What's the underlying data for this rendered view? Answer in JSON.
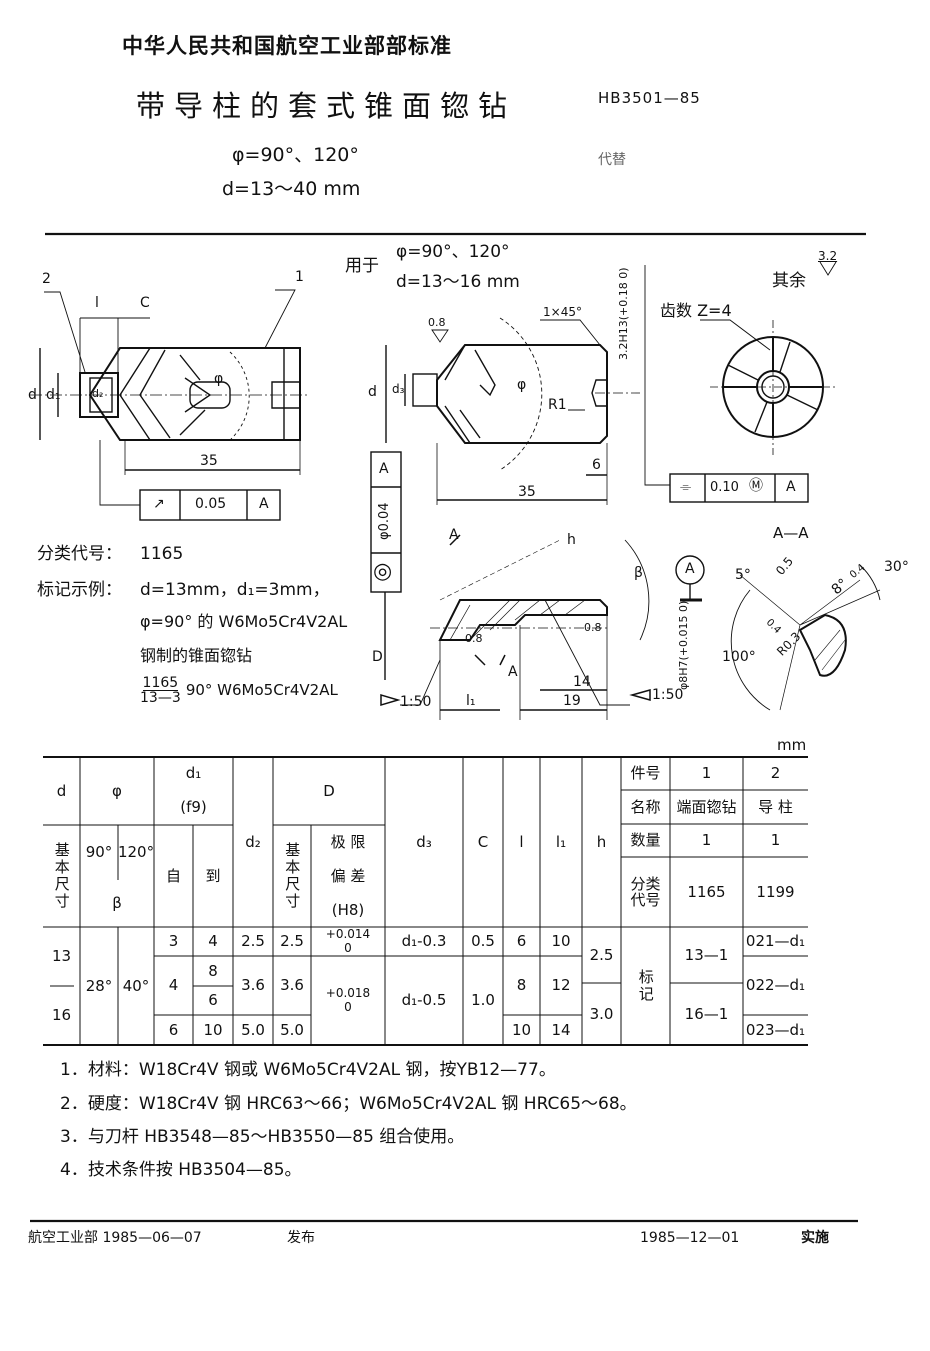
{
  "header": {
    "authority": "中华人民共和国航空工业部部标准",
    "title": "带导柱的套式锥面锪钻",
    "standard_no": "HB3501—85",
    "angle_spec": "φ=90°、120°",
    "diameter_spec": "d=13～40 mm",
    "replaces": "代替"
  },
  "drawing_assembly": {
    "part_2": "2",
    "part_1": "1",
    "l": "l",
    "c": "C",
    "d": "d",
    "d1": "d₁",
    "d2": "d₂",
    "phi": "φ",
    "length": "35",
    "runout_symbol": "↗",
    "runout_value": "0.05",
    "runout_datum": "A"
  },
  "drawing_cutter": {
    "applies_to_label": "用于",
    "applies_angle": "φ=90°、120°",
    "applies_d": "d=13～16 mm",
    "other_roughness_label": "其余",
    "other_roughness": "3.2",
    "roughness_face": "0.8",
    "chamfer": "1×45°",
    "slot_width": "3.2H13(+0.18 0)",
    "teeth": "齿数 Z=4",
    "d": "d",
    "d3": "d₃",
    "phi": "φ",
    "r1": "R1",
    "slot_depth": "6",
    "length": "35",
    "symmetry_symbol": "⌯",
    "symmetry_value": "0.10",
    "mmc": "Ⓜ",
    "symmetry_datum": "A"
  },
  "drawing_guide": {
    "coax_value": "φ0.04",
    "coax_datum": "A",
    "coax_symbol": "◎",
    "section_mark": "A",
    "h": "h",
    "beta": "β",
    "datum": "A",
    "roughness_1": "0.8",
    "roughness_2": "0.8",
    "dim_14": "14",
    "dim_19": "19",
    "l1": "l₁",
    "D": "D",
    "taper_left": "1:50",
    "taper_right": "1:50",
    "bore": "φ8H7(+0.015 0)"
  },
  "section_AA": {
    "title": "A—A",
    "angle_5": "5°",
    "land": "0.5",
    "angle_8": "8°",
    "land2": "0.4",
    "angle_30": "30°",
    "land3": "0.4",
    "radius": "R0.3",
    "angle_100": "100°"
  },
  "classification": {
    "label": "分类代号：",
    "code": "1165"
  },
  "marking_example": {
    "label": "标记示例：",
    "line1": "d=13mm，d₁=3mm，",
    "line2": "φ=90° 的 W6Mo5Cr4V2AL",
    "line3": "钢制的锥面锪钻",
    "frac_top": "1165",
    "frac_bottom": "13—3",
    "suffix": "90°  W6Mo5Cr4V2AL"
  },
  "table": {
    "unit": "mm",
    "cells": [
      "d",
      "φ",
      "d₁",
      "(f9)",
      "D",
      "基本尺寸",
      "90°",
      "120°",
      "β",
      "自",
      "到",
      "d₂",
      "基本尺寸",
      "极  限",
      "偏  差",
      "(H8)",
      "d₃",
      "C",
      "l",
      "l₁",
      "h",
      "件号",
      "1",
      "2",
      "名称",
      "端面锪钻",
      "导 柱",
      "数量",
      "1",
      "1",
      "分类代号",
      "1165",
      "1199",
      "13",
      "16",
      "28°",
      "40°",
      "3",
      "4",
      "4",
      "8",
      "6",
      "6",
      "10",
      "2.5",
      "3.6",
      "5.0",
      "2.5",
      "3.6",
      "5.0",
      "+0.014\n0",
      "+0.018\n0",
      "d₁-0.3",
      "d₁-0.5",
      "0.5",
      "1.0",
      "6",
      "8",
      "10",
      "10",
      "12",
      "14",
      "2.5",
      "3.0",
      "标记",
      "13—1",
      "16—1",
      "021—d₁",
      "022—d₁",
      "023—d₁"
    ]
  },
  "notes": [
    "1．材料：W18Cr4V 钢或 W6Mo5Cr4V2AL 钢，按YB12—77。",
    "2．硬度：W18Cr4V 钢 HRC63～66；W6Mo5Cr4V2AL 钢 HRC65～68。",
    "3．与刀杆 HB3548—85～HB3550—85 组合使用。",
    "4．技术条件按 HB3504—85。"
  ],
  "footer": {
    "issuer": "航空工业部 1985—06—07",
    "issued": "发布",
    "effective_date": "1985—12—01",
    "effective": "实施"
  }
}
